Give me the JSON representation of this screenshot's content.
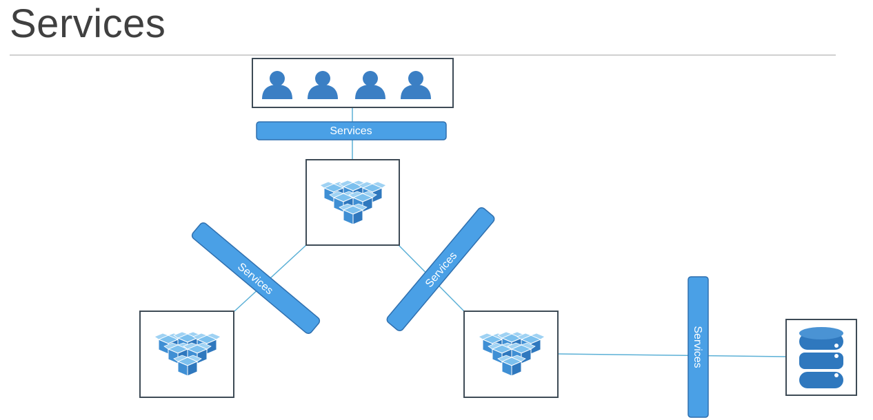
{
  "title": "Services",
  "colors": {
    "accent": "#3b8fd6",
    "bar_fill": "#4aa0e6",
    "bar_stroke": "#2f6fae",
    "box_stroke": "#3d4a55",
    "line": "#5bb0d6",
    "title_text": "#404040"
  },
  "service_bars": [
    {
      "id": "top",
      "label": "Services"
    },
    {
      "id": "left",
      "label": "Services"
    },
    {
      "id": "right",
      "label": "Services"
    },
    {
      "id": "vertical",
      "label": "Services"
    }
  ],
  "nodes": {
    "users": {
      "icon": "user-icon",
      "count": 4
    },
    "pods": {
      "icon": "boxes-icon"
    },
    "database": {
      "icon": "database-icon"
    }
  }
}
